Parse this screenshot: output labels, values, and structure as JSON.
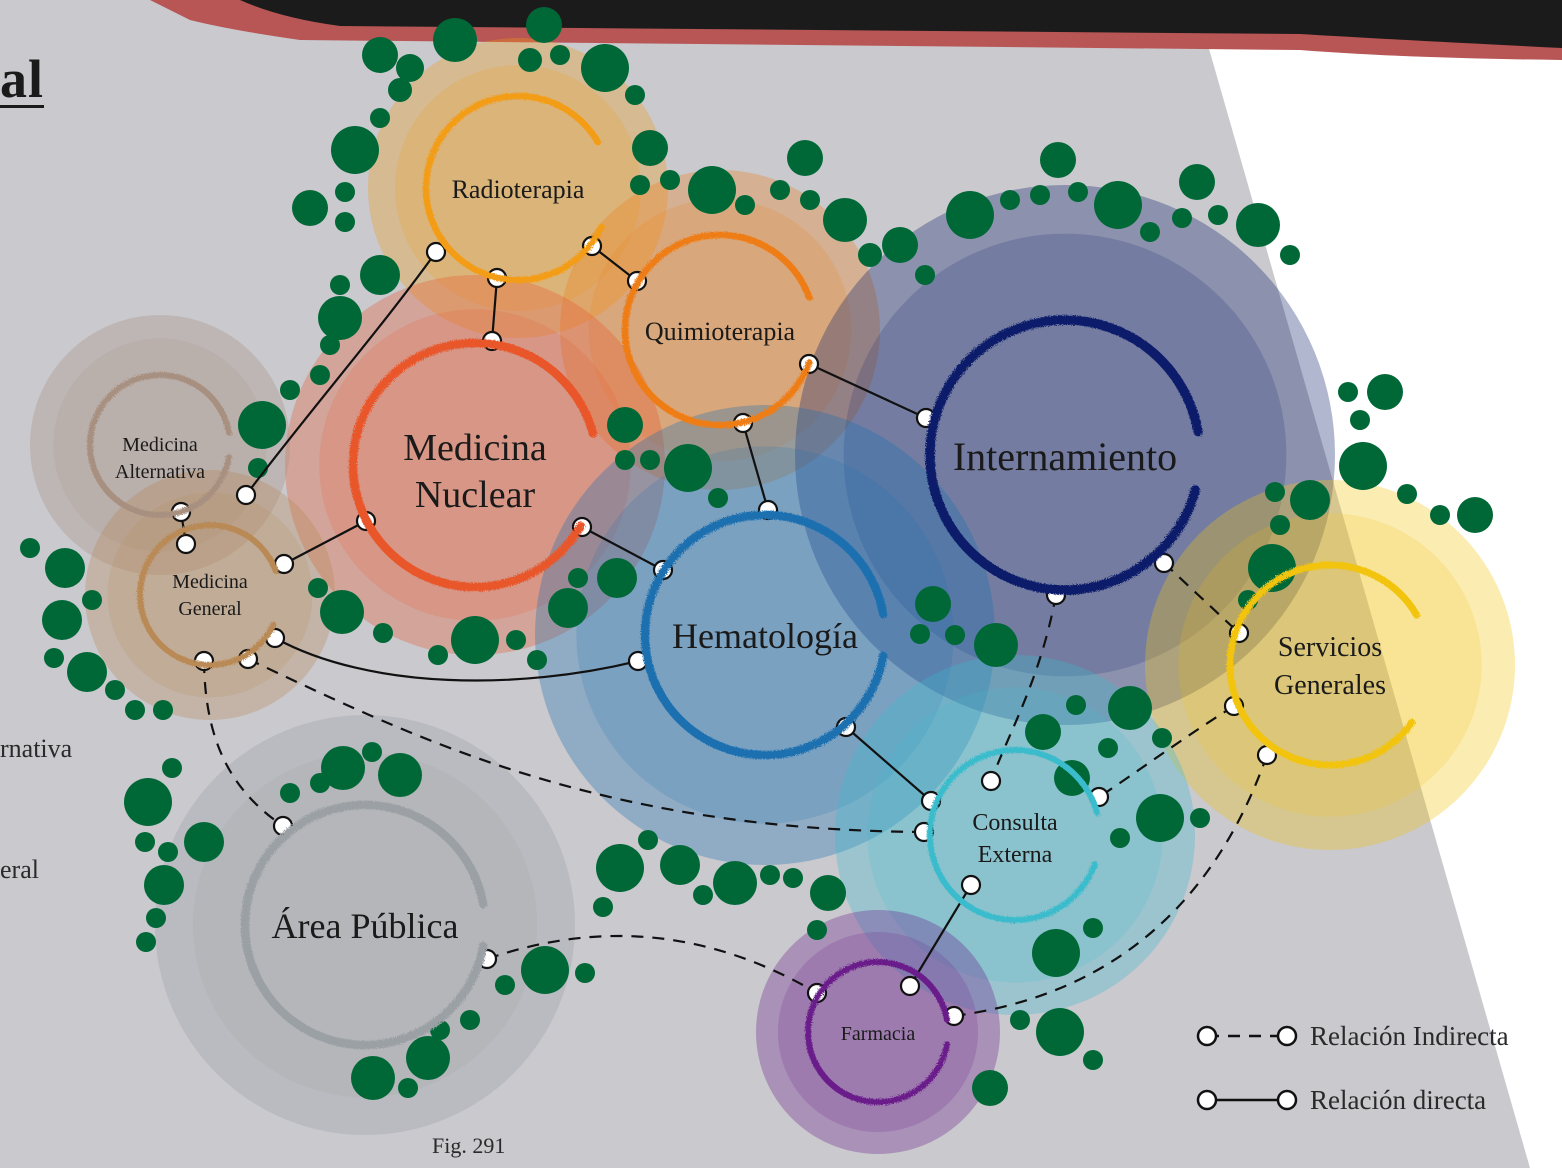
{
  "page": {
    "title": "al",
    "left_fragments": [
      "rnativa",
      "eral"
    ],
    "caption": "Fig. 291"
  },
  "nodes": [
    {
      "id": "radioterapia",
      "label": [
        "Radioterapia"
      ],
      "color": "#f39c12"
    },
    {
      "id": "quimioterapia",
      "label": [
        "Quimioterapia"
      ],
      "color": "#ef7d16"
    },
    {
      "id": "medicina-nuclear",
      "label": [
        "Medicina",
        "Nuclear"
      ],
      "color": "#e8562a"
    },
    {
      "id": "medicina-alternativa",
      "label": [
        "Medicina",
        "Alternativa"
      ],
      "color": "#a89080"
    },
    {
      "id": "medicina-general",
      "label": [
        "Medicina",
        "General"
      ],
      "color": "#b98a55"
    },
    {
      "id": "internamiento",
      "label": [
        "Internamiento"
      ],
      "color": "#0d1f6b"
    },
    {
      "id": "hematologia",
      "label": [
        "Hematología"
      ],
      "color": "#1a6fb0"
    },
    {
      "id": "servicios-generales",
      "label": [
        "Servicios",
        "Generales"
      ],
      "color": "#f2c40f"
    },
    {
      "id": "consulta-externa",
      "label": [
        "Consulta",
        "Externa"
      ],
      "color": "#3bbccc"
    },
    {
      "id": "area-publica",
      "label": [
        "Área Pública"
      ],
      "color": "#9aa0a3"
    },
    {
      "id": "farmacia",
      "label": [
        "Farmacia"
      ],
      "color": "#6a1b8a"
    }
  ],
  "connections": [
    {
      "from": "radioterapia",
      "to": "medicina-nuclear",
      "type": "direct"
    },
    {
      "from": "radioterapia",
      "to": "quimioterapia",
      "type": "direct"
    },
    {
      "from": "radioterapia",
      "to": "medicina-general",
      "type": "direct"
    },
    {
      "from": "quimioterapia",
      "to": "internamiento",
      "type": "direct"
    },
    {
      "from": "quimioterapia",
      "to": "hematologia",
      "type": "direct"
    },
    {
      "from": "medicina-nuclear",
      "to": "hematologia",
      "type": "direct"
    },
    {
      "from": "medicina-nuclear",
      "to": "medicina-general",
      "type": "direct"
    },
    {
      "from": "medicina-alternativa",
      "to": "medicina-general",
      "type": "direct"
    },
    {
      "from": "medicina-general",
      "to": "hematologia",
      "type": "direct"
    },
    {
      "from": "hematologia",
      "to": "consulta-externa",
      "type": "direct"
    },
    {
      "from": "consulta-externa",
      "to": "farmacia",
      "type": "direct"
    },
    {
      "from": "medicina-general",
      "to": "area-publica",
      "type": "indirect"
    },
    {
      "from": "medicina-general",
      "to": "consulta-externa",
      "type": "indirect"
    },
    {
      "from": "internamiento",
      "to": "consulta-externa",
      "type": "indirect"
    },
    {
      "from": "internamiento",
      "to": "servicios-generales",
      "type": "indirect"
    },
    {
      "from": "servicios-generales",
      "to": "consulta-externa",
      "type": "indirect"
    },
    {
      "from": "servicios-generales",
      "to": "farmacia",
      "type": "indirect"
    },
    {
      "from": "area-publica",
      "to": "farmacia",
      "type": "indirect"
    }
  ],
  "legend": {
    "indirect": "Relación Indirecta",
    "direct": "Relación directa"
  },
  "colors": {
    "background": "#c9c9ce",
    "banner": "#1b1b1b",
    "banner_edge": "#b85555",
    "vegetation": "#006837"
  }
}
